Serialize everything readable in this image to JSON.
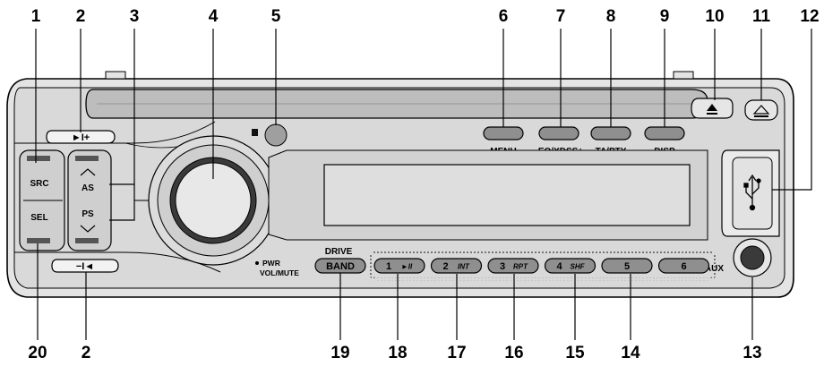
{
  "callouts": {
    "n1": "1",
    "n2_top": "2",
    "n3": "3",
    "n4": "4",
    "n5": "5",
    "n6": "6",
    "n7": "7",
    "n8": "8",
    "n9": "9",
    "n10": "10",
    "n11": "11",
    "n12": "12",
    "n13": "13",
    "n14": "14",
    "n15": "15",
    "n16": "16",
    "n17": "17",
    "n18": "18",
    "n19": "19",
    "n20": "20",
    "n2_bottom": "2"
  },
  "labels": {
    "src": "SRC",
    "sel": "SEL",
    "as": "AS",
    "ps": "PS",
    "menu": "MENU",
    "eq": "EQ/XDSS+",
    "tapty": "TA/PTY",
    "disp": "DISP",
    "drive": "DRIVE",
    "band": "BAND",
    "pwr": "PWR",
    "volmute": "VOL/MUTE",
    "aux": "AUX",
    "play_next": "►I+",
    "prev": "−I◄"
  },
  "presets": [
    {
      "num": "1",
      "tag": "►II"
    },
    {
      "num": "2",
      "tag": "INT"
    },
    {
      "num": "3",
      "tag": "RPT"
    },
    {
      "num": "4",
      "tag": "SHF"
    },
    {
      "num": "5",
      "tag": ""
    },
    {
      "num": "6",
      "tag": ""
    }
  ],
  "colors": {
    "outline": "#000000",
    "body": "#d6d6d6",
    "body_light": "#e6e6e6",
    "button": "#9a9a9a",
    "dark": "#3a3a3a"
  }
}
